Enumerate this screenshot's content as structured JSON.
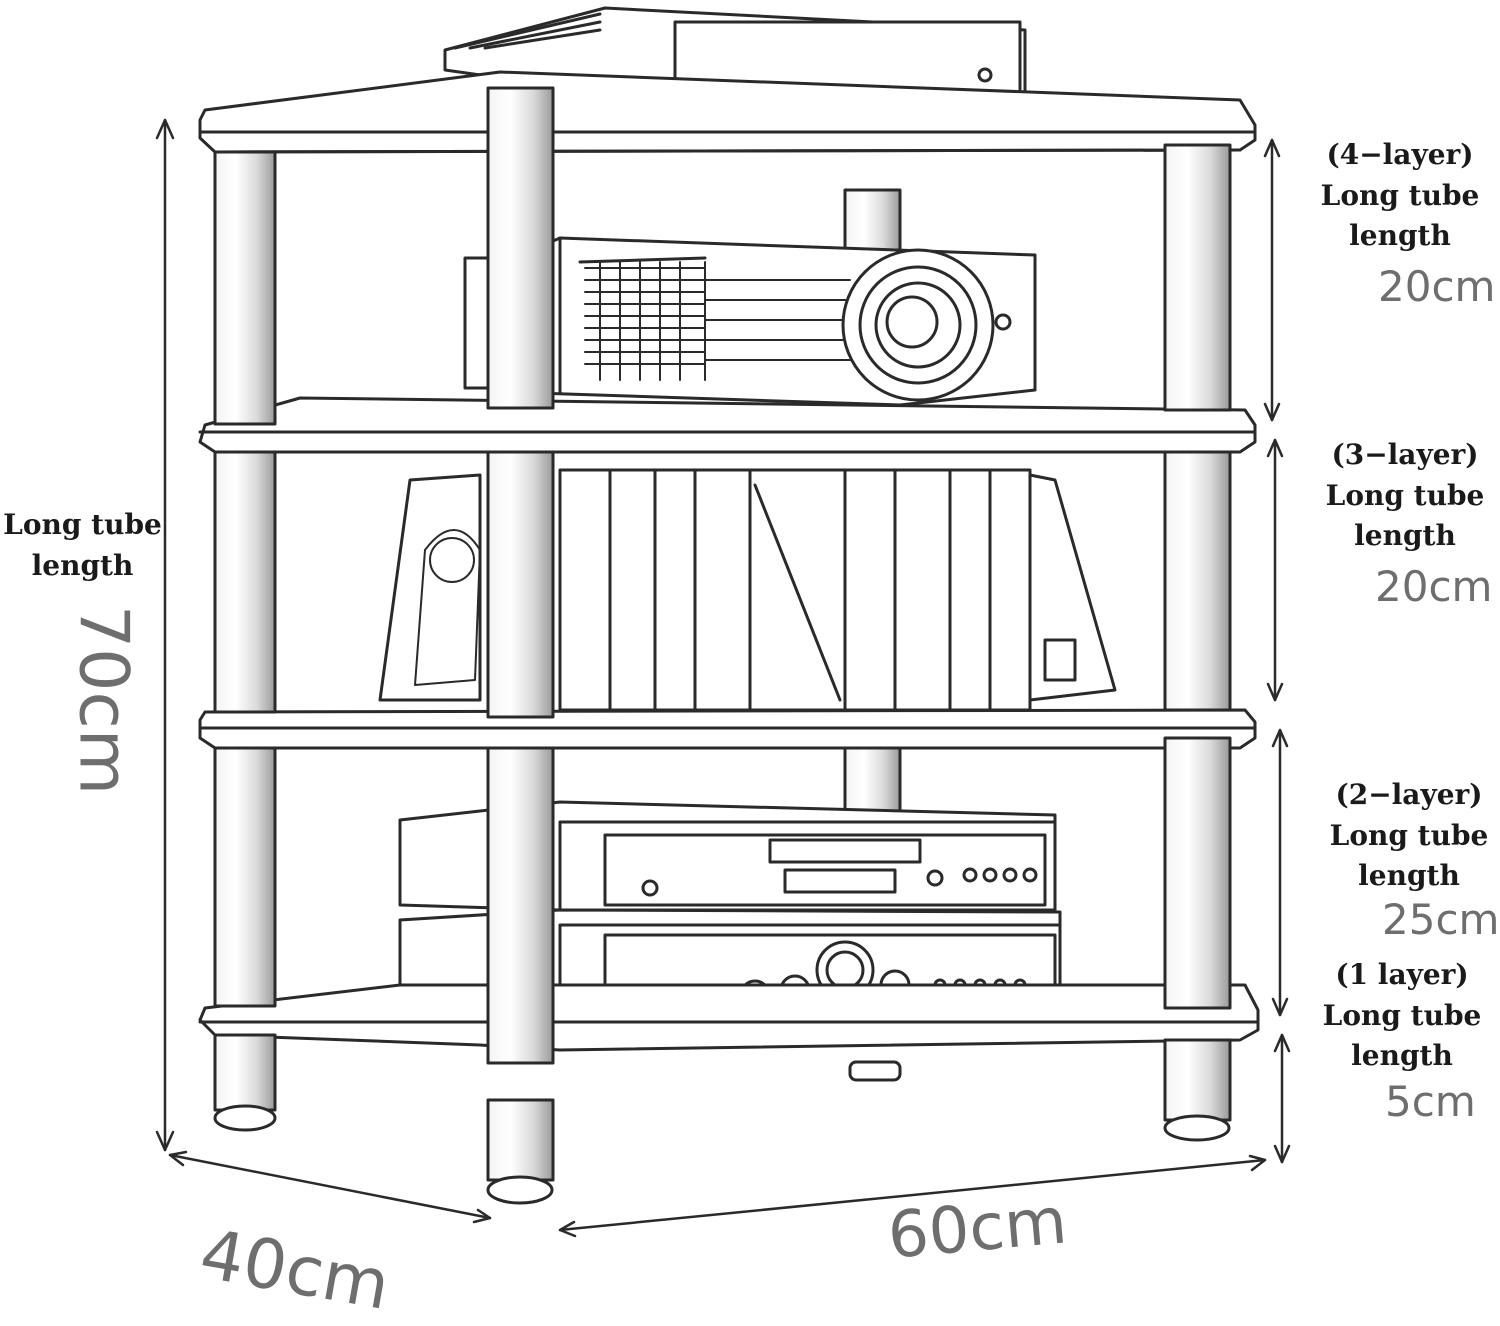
{
  "total_height": {
    "line1": "Long tube",
    "line2": "length",
    "value": "70cm"
  },
  "depth": {
    "value": "40cm"
  },
  "width": {
    "value": "60cm"
  },
  "layers": [
    {
      "tag": "(4−layer)",
      "line1": "Long tube",
      "line2": "length",
      "value": "20cm"
    },
    {
      "tag": "(3−layer)",
      "line1": "Long tube",
      "line2": "length",
      "value": "20cm"
    },
    {
      "tag": "(2−layer)",
      "line1": "Long tube",
      "line2": "length",
      "value": "25cm"
    },
    {
      "tag": "(1 layer)",
      "line1": "Long tube",
      "line2": "length",
      "value": "5cm"
    }
  ],
  "colors": {
    "line": "#2a2a2a",
    "dimension_text": "#6e6e6e",
    "label_text": "#1a1a1a",
    "background": "#ffffff"
  }
}
